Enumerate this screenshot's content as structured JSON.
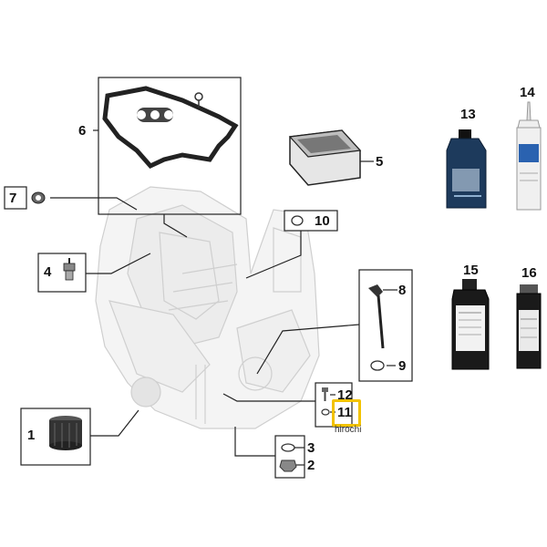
{
  "labels": {
    "p1": "1",
    "p2": "2",
    "p3": "3",
    "p4": "4",
    "p5": "5",
    "p6": "6",
    "p7": "7",
    "p8": "8",
    "p9": "9",
    "p10": "10",
    "p11": "11",
    "p12": "12",
    "p13": "13",
    "p14": "14",
    "p15": "15",
    "p16": "16"
  },
  "watermark": "hirochi",
  "colors": {
    "highlight": "#f2c200",
    "line": "#222222",
    "engine": "#d8d8d8"
  },
  "highlighted_part": "11"
}
